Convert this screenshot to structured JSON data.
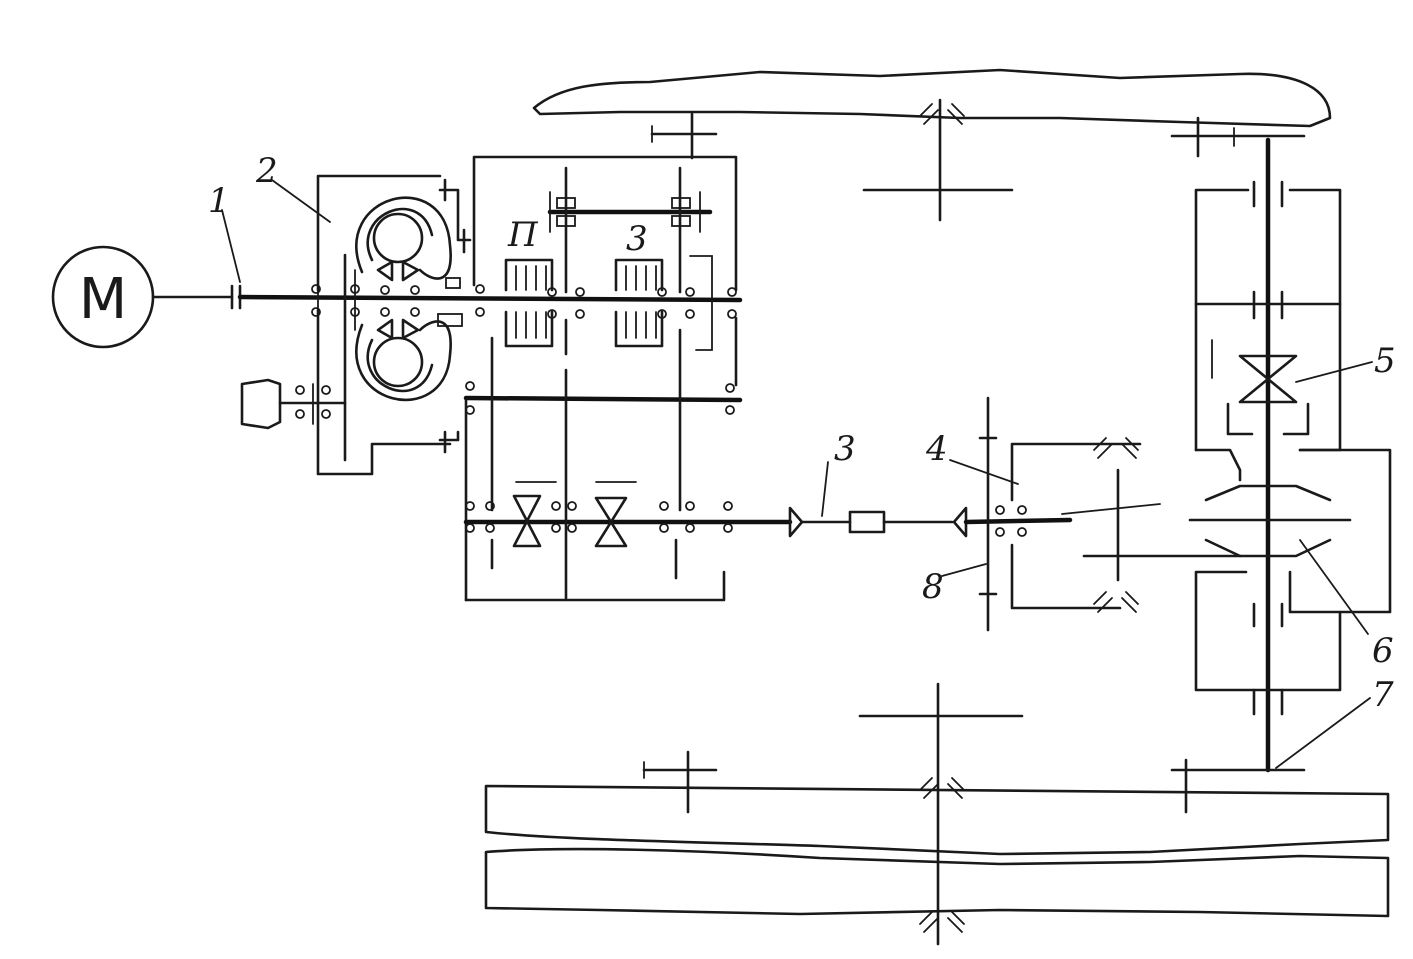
{
  "motor": {
    "symbol": "M"
  },
  "labels": {
    "l1": "1",
    "l2": "2",
    "l3_top": "3",
    "lP": "П",
    "l3": "3",
    "l4": "4",
    "l5": "5",
    "l6": "6",
    "l7": "7",
    "l8": "8"
  }
}
